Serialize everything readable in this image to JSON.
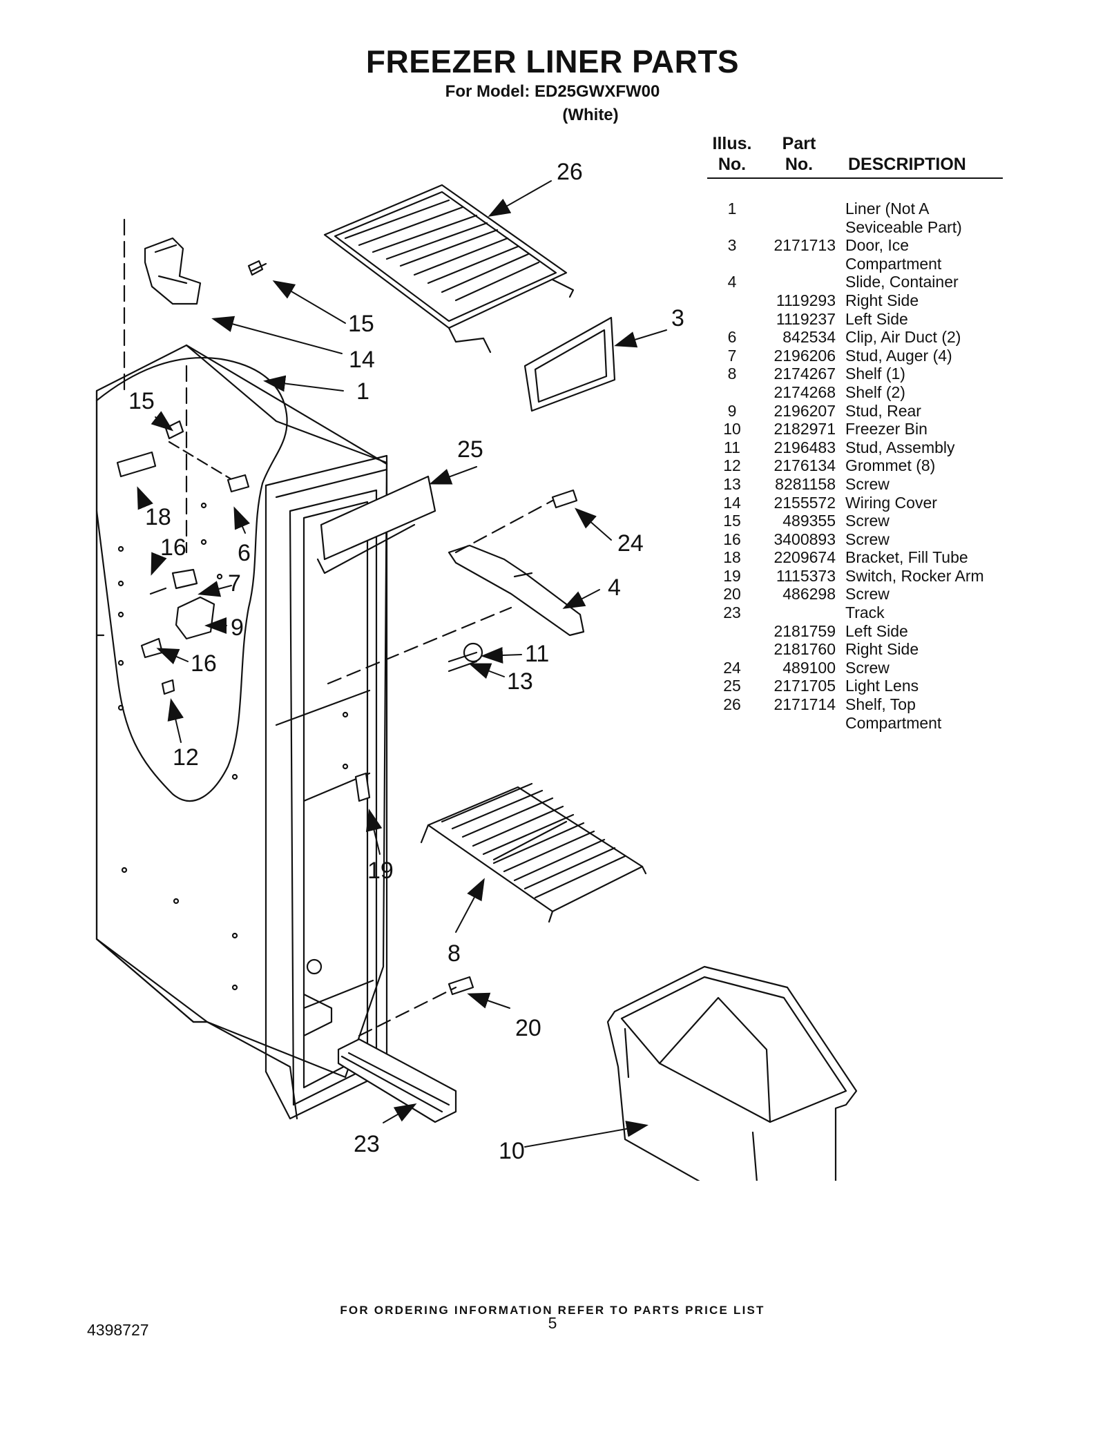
{
  "header": {
    "title": "FREEZER LINER PARTS",
    "model_line": "For Model: ED25GWXFW00",
    "color_line": "(White)"
  },
  "table": {
    "headers": {
      "illus_top": "Illus.",
      "illus_bottom": "No.",
      "part_top": "Part",
      "part_bottom": "No.",
      "description": "DESCRIPTION"
    },
    "rows": [
      {
        "illus": "1",
        "part": "",
        "desc": "Liner (Not A"
      },
      {
        "illus": "",
        "part": "",
        "desc": "Seviceable Part)"
      },
      {
        "illus": "3",
        "part": "2171713",
        "desc": "Door, Ice"
      },
      {
        "illus": "",
        "part": "",
        "desc": "Compartment"
      },
      {
        "illus": "4",
        "part": "",
        "desc": "Slide, Container"
      },
      {
        "illus": "",
        "part": "1119293",
        "desc": "Right Side"
      },
      {
        "illus": "",
        "part": "1119237",
        "desc": "Left Side"
      },
      {
        "illus": "6",
        "part": "842534",
        "desc": "Clip, Air Duct (2)"
      },
      {
        "illus": "7",
        "part": "2196206",
        "desc": "Stud, Auger (4)"
      },
      {
        "illus": "8",
        "part": "2174267",
        "desc": "Shelf (1)"
      },
      {
        "illus": "",
        "part": "2174268",
        "desc": "Shelf (2)"
      },
      {
        "illus": "9",
        "part": "2196207",
        "desc": "Stud, Rear"
      },
      {
        "illus": "10",
        "part": "2182971",
        "desc": "Freezer Bin"
      },
      {
        "illus": "11",
        "part": "2196483",
        "desc": "Stud, Assembly"
      },
      {
        "illus": "12",
        "part": "2176134",
        "desc": "Grommet (8)"
      },
      {
        "illus": "13",
        "part": "8281158",
        "desc": "Screw"
      },
      {
        "illus": "14",
        "part": "2155572",
        "desc": "Wiring Cover"
      },
      {
        "illus": "15",
        "part": "489355",
        "desc": "Screw"
      },
      {
        "illus": "16",
        "part": "3400893",
        "desc": "Screw"
      },
      {
        "illus": "18",
        "part": "2209674",
        "desc": "Bracket, Fill Tube"
      },
      {
        "illus": "19",
        "part": "1115373",
        "desc": "Switch, Rocker Arm"
      },
      {
        "illus": "20",
        "part": "486298",
        "desc": "Screw"
      },
      {
        "illus": "23",
        "part": "",
        "desc": "Track"
      },
      {
        "illus": "",
        "part": "2181759",
        "desc": "Left Side"
      },
      {
        "illus": "",
        "part": "2181760",
        "desc": "Right Side"
      },
      {
        "illus": "24",
        "part": "489100",
        "desc": "Screw"
      },
      {
        "illus": "25",
        "part": "2171705",
        "desc": "Light Lens"
      },
      {
        "illus": "26",
        "part": "2171714",
        "desc": "Shelf, Top"
      },
      {
        "illus": "",
        "part": "",
        "desc": "Compartment"
      }
    ]
  },
  "diagram": {
    "callouts": {
      "c26": "26",
      "c3": "3",
      "c15a": "15",
      "c14": "14",
      "c1": "1",
      "c15b": "15",
      "c25": "25",
      "c18": "18",
      "c16a": "16",
      "c6": "6",
      "c24": "24",
      "c7": "7",
      "c4": "4",
      "c9": "9",
      "c16b": "16",
      "c11": "11",
      "c13": "13",
      "c12": "12",
      "c19": "19",
      "c8": "8",
      "c20": "20",
      "c23": "23",
      "c10": "10"
    }
  },
  "footer": {
    "note": "FOR ORDERING INFORMATION REFER TO PARTS PRICE LIST",
    "doc_number": "4398727",
    "page_number": "5"
  }
}
